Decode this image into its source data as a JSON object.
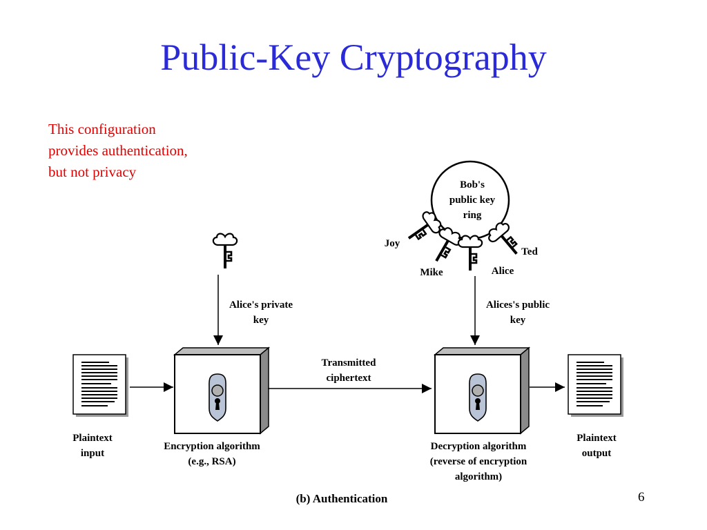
{
  "slide": {
    "title": "Public-Key Cryptography",
    "note_lines": [
      "This configuration",
      "provides authentication,",
      "but not privacy"
    ],
    "page_number": "6"
  },
  "diagram": {
    "plaintext_input": [
      "Plaintext",
      "input"
    ],
    "encryption": [
      "Encryption algorithm",
      "(e.g., RSA)"
    ],
    "transmitted": [
      "Transmitted",
      "ciphertext"
    ],
    "decryption": [
      "Decryption algorithm",
      "(reverse of encryption",
      "algorithm)"
    ],
    "plaintext_output": [
      "Plaintext",
      "output"
    ],
    "alice_private": [
      "Alice's private",
      "key"
    ],
    "alice_public": [
      "Alices's public",
      "key"
    ],
    "key_ring": [
      "Bob's",
      "public key",
      "ring"
    ],
    "ring_keys": [
      "Joy",
      "Mike",
      "Alice",
      "Ted"
    ],
    "caption": "(b) Authentication"
  },
  "icons": [
    "document-icon",
    "private-key-icon",
    "lock-box-icon",
    "keyhole-icon",
    "key-ring-icon"
  ],
  "colors": {
    "title": "#2a2ad6",
    "note": "#e00000",
    "box_side": "#9a9a9a",
    "lock_plate": "#b9c4d6"
  }
}
